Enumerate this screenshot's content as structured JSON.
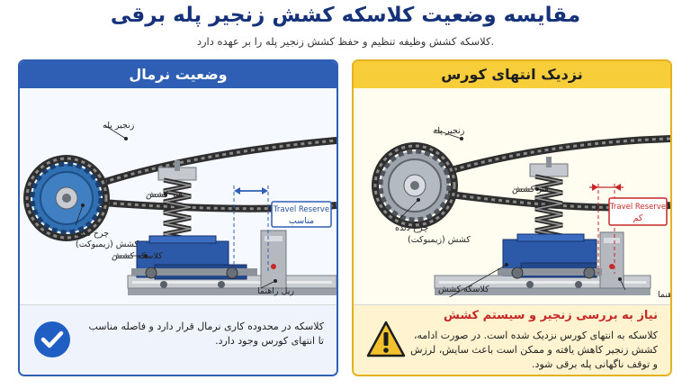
{
  "title": "مقایسه وضعیت کلاسکه کشش زنجیر پله برقی",
  "subtitle": "کلاسکه کشش وظیفه تنظیم و حفظ کشش زنجیر پله را بر عهده دارد.",
  "left": {
    "header": "وضعیت نرمال",
    "labels": {
      "chain": "زنجیر پله",
      "spring": "فنر کشش",
      "sprocket_line1": "چرخ دنده",
      "sprocket_line2": "کشش (زیمبوکت)",
      "carriage": "کلاسکه کشش",
      "rail": "ریل راهنما"
    },
    "travel_reserve": {
      "en": "Travel Reserve",
      "fa": "مناسب"
    },
    "footer_line1": "کلاسکه در محدوده کاری نرمال قرار دارد و فاصله مناسب",
    "footer_line2": "تا انتهای کورس وجود دارد."
  },
  "right": {
    "header": "نزدیک انتهای کورس",
    "labels": {
      "chain": "زنجیر پله",
      "spring": "فنر کشش",
      "sprocket_line1": "چرخ دنده",
      "sprocket_line2": "کشش (زیمبوکت)",
      "carriage": "کلاسکه کشش",
      "rail": "ریل راهنما"
    },
    "travel_reserve": {
      "en": "Travel Reserve",
      "fa": "کم"
    },
    "warning_title": "نیاز به بررسی زنجیر و سیستم کشش",
    "footer_line1": "کلاسکه به انتهای کورس نزدیک شده است. در صورت ادامه،",
    "footer_line2": "کشش زنجیر کاهش یافته و ممکن است باعث سایش، لرزش",
    "footer_line3": "و توقف ناگهانی پله برقی شود."
  },
  "colors": {
    "normal": "#2f5fb5",
    "warning_header": "#f7cd3a",
    "alert_red": "#c62828",
    "check_icon": "#1f5fc4"
  },
  "icons": {
    "left": "check-circle-icon",
    "right": "warning-triangle-icon"
  }
}
